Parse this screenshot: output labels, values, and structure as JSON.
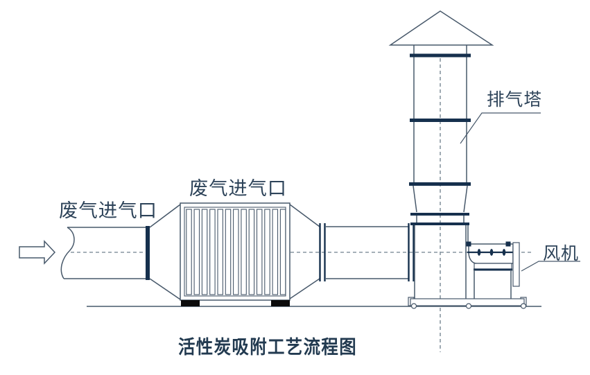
{
  "diagram": {
    "caption": "活性炭吸附工艺流程图",
    "labels": {
      "inlet_pipe": "废气进气口",
      "filter_inlet": "废气进气口",
      "exhaust_tower": "排气塔",
      "fan": "风机"
    },
    "filter": {
      "slat_count": 13
    },
    "colors": {
      "line": "#47586a",
      "band": "#16304d",
      "text": "#2d4359",
      "caption": "#223a50",
      "feet": "#0b0b0b",
      "centerline": "#8795a0",
      "bg": "#ffffff"
    }
  }
}
